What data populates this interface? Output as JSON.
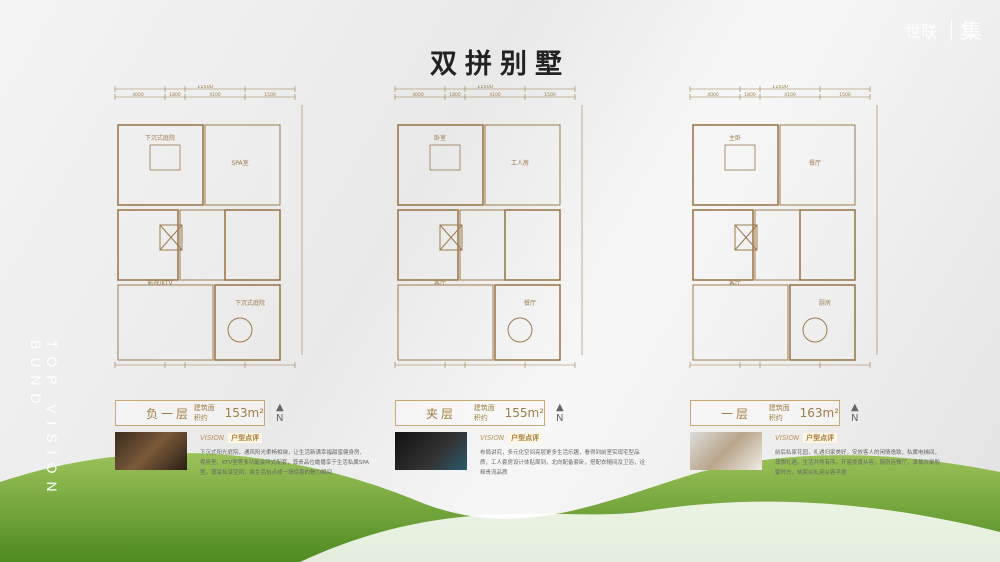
{
  "title": "双拼别墅",
  "logo": {
    "brand": "世联",
    "mark": "集"
  },
  "side_text": "TOP VISION BUND",
  "review_label": "户型点评",
  "review_brand": "VISION",
  "area_prefix": "建筑面积约",
  "floors": [
    {
      "name": "负一层",
      "area": "153m²",
      "total_dim": "11500",
      "dims": [
        "4000",
        "1800",
        "4100",
        "1500"
      ],
      "rooms": [
        "下沉式庭院",
        "SPA室",
        "影视/KTV",
        "下沉式庭院"
      ],
      "desc": "下沉式阳光庭院，通风阳光柔畅相映，让生活新满幸福甜蜜健身房、视听室、KTV室等多功能会所式配套，尊贵品位蟾播享于生活私属SPA室，尊享私享空间，将生活包点成一场惊喜的魅力瞬间"
    },
    {
      "name": "夹层",
      "area": "155m²",
      "total_dim": "11500",
      "dims": [
        "4000",
        "1800",
        "4100",
        "1500"
      ],
      "rooms": [
        "卧室",
        "工人房",
        "客厅",
        "餐厅"
      ],
      "desc": "布局讲究，多元化空间亮层更多生活乐趣，看得到前室实现宅型品质，工人套房设计体贴周到，北向配备套卧，搭配衣帽间及卫浴，诠释贵流品质"
    },
    {
      "name": "一层",
      "area": "163m²",
      "total_dim": "11500",
      "dims": [
        "4000",
        "1800",
        "4100",
        "1500"
      ],
      "rooms": [
        "主卧",
        "餐厅",
        "客厅",
        "厨房"
      ],
      "desc": "前后私家花园，礼遇归家美好，安放客人的闲情逸致，私属电梯间，尊崇礼遇，生活井然有序，开窗揽景从容，厨房连餐厅，承载欢聚殷繁时光，纳家以礼迎从容平居"
    }
  ],
  "colors": {
    "line": "#9c7a4e",
    "gold": "#c9a875",
    "grass": "#7aa53c"
  }
}
